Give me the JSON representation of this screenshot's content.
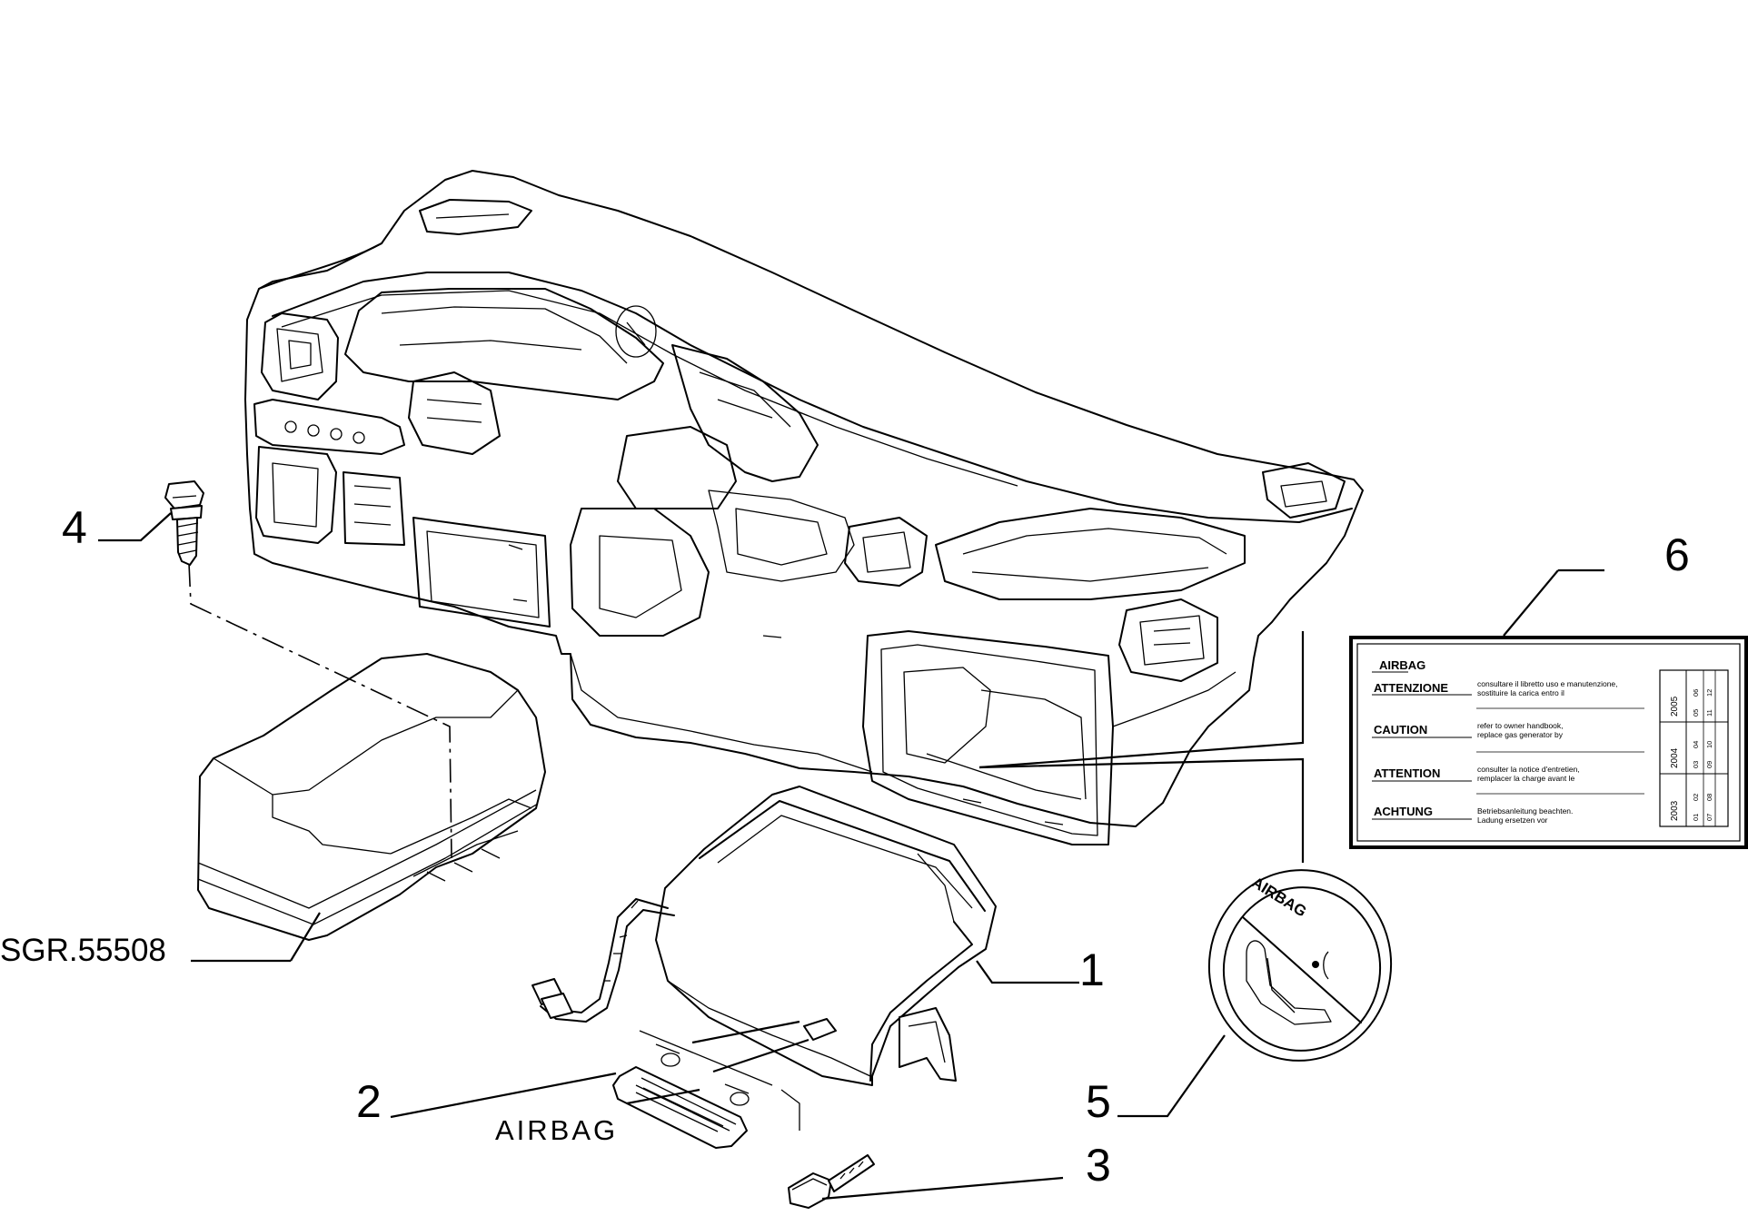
{
  "callouts": {
    "c1": "1",
    "c2": "2",
    "c3": "3",
    "c4": "4",
    "c5": "5",
    "c6": "6"
  },
  "reference": "SGR.55508",
  "airbag_cover_text": "AIRBAG",
  "disc_text": "AIRBAG",
  "warning_label": {
    "title": "AIRBAG",
    "rows": [
      {
        "heading": "ATTENZIONE",
        "line1": "consultare il libretto uso e manutenzione,",
        "line2": "sostituire la carica entro il"
      },
      {
        "heading": "CAUTION",
        "line1": "refer to owner handbook,",
        "line2": "replace gas generator by"
      },
      {
        "heading": "ATTENTION",
        "line1": "consulter la notice d'entretien,",
        "line2": "remplacer la charge avant le"
      },
      {
        "heading": "ACHTUNG",
        "line1": "Betriebsanleitung beachten.",
        "line2": "Ladung ersetzen vor"
      }
    ],
    "years": [
      "2003",
      "2004",
      "2005"
    ],
    "months": [
      "01",
      "02",
      "03",
      "04",
      "05",
      "06",
      "07",
      "08",
      "09",
      "10",
      "11",
      "12"
    ]
  }
}
